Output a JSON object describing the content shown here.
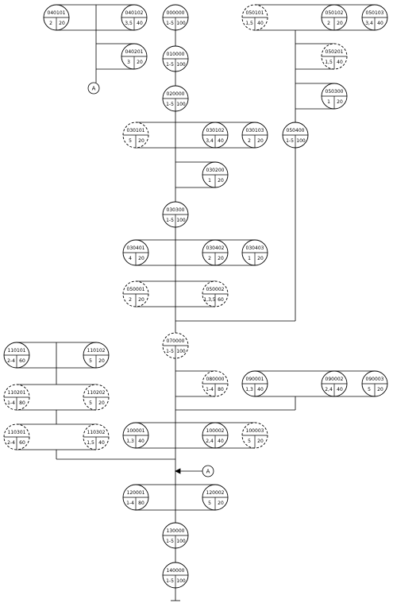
{
  "nodes": [
    {
      "key": "n040101",
      "id": "040101",
      "v1": "2",
      "v2": "20",
      "dashed": false
    },
    {
      "key": "n040102",
      "id": "040102",
      "v1": "3,5",
      "v2": "40",
      "dashed": false
    },
    {
      "key": "n040201",
      "id": "040201",
      "v1": "3",
      "v2": "20",
      "dashed": false
    },
    {
      "key": "n000000",
      "id": "000000",
      "v1": "1-5",
      "v2": "100",
      "dashed": false
    },
    {
      "key": "n010000",
      "id": "010000",
      "v1": "1-5",
      "v2": "100",
      "dashed": false
    },
    {
      "key": "n020000",
      "id": "020000",
      "v1": "1-5",
      "v2": "100",
      "dashed": false
    },
    {
      "key": "n050101",
      "id": "050101",
      "v1": "1,5",
      "v2": "40",
      "dashed": true
    },
    {
      "key": "n050102",
      "id": "050102",
      "v1": "2",
      "v2": "20",
      "dashed": false
    },
    {
      "key": "n050103",
      "id": "050103",
      "v1": "3,4",
      "v2": "40",
      "dashed": false
    },
    {
      "key": "n050201",
      "id": "050201",
      "v1": "1,5",
      "v2": "40",
      "dashed": true
    },
    {
      "key": "n050300",
      "id": "050300",
      "v1": "1",
      "v2": "20",
      "dashed": false
    },
    {
      "key": "n030101",
      "id": "030101",
      "v1": "5",
      "v2": "20",
      "dashed": true
    },
    {
      "key": "n030102",
      "id": "030102",
      "v1": "3,4",
      "v2": "40",
      "dashed": false
    },
    {
      "key": "n030103",
      "id": "030103",
      "v1": "2",
      "v2": "20",
      "dashed": false
    },
    {
      "key": "n050400",
      "id": "050400",
      "v1": "1-5",
      "v2": "100",
      "dashed": false
    },
    {
      "key": "n030200",
      "id": "030200",
      "v1": "1",
      "v2": "20",
      "dashed": false
    },
    {
      "key": "n030300",
      "id": "030300",
      "v1": "1-5",
      "v2": "100",
      "dashed": false
    },
    {
      "key": "n030401",
      "id": "030401",
      "v1": "4",
      "v2": "20",
      "dashed": false
    },
    {
      "key": "n030402",
      "id": "030402",
      "v1": "2",
      "v2": "20",
      "dashed": false
    },
    {
      "key": "n030403",
      "id": "030403",
      "v1": "1",
      "v2": "20",
      "dashed": false
    },
    {
      "key": "n050001",
      "id": "050001",
      "v1": "2",
      "v2": "20",
      "dashed": true
    },
    {
      "key": "n050002",
      "id": "050002",
      "v1": "1,3,5",
      "v2": "60",
      "dashed": true
    },
    {
      "key": "n070000",
      "id": "070000",
      "v1": "1-5",
      "v2": "100",
      "dashed": true
    },
    {
      "key": "n110101",
      "id": "110101",
      "v1": "2-4",
      "v2": "60",
      "dashed": false
    },
    {
      "key": "n110102",
      "id": "110102",
      "v1": "5",
      "v2": "20",
      "dashed": false
    },
    {
      "key": "n080000",
      "id": "080000",
      "v1": "1-4",
      "v2": "80",
      "dashed": true
    },
    {
      "key": "n090001",
      "id": "090001",
      "v1": "1,3",
      "v2": "40",
      "dashed": false
    },
    {
      "key": "n090002",
      "id": "090002",
      "v1": "2,4",
      "v2": "40",
      "dashed": false
    },
    {
      "key": "n090003",
      "id": "090003",
      "v1": "5",
      "v2": "20",
      "dashed": false
    },
    {
      "key": "n110201",
      "id": "110201",
      "v1": "1-4",
      "v2": "80",
      "dashed": true
    },
    {
      "key": "n110202",
      "id": "110202",
      "v1": "5",
      "v2": "20",
      "dashed": true
    },
    {
      "key": "n110301",
      "id": "110301",
      "v1": "2-4",
      "v2": "60",
      "dashed": true
    },
    {
      "key": "n110302",
      "id": "110302",
      "v1": "1,5",
      "v2": "40",
      "dashed": true
    },
    {
      "key": "n100001",
      "id": "100001",
      "v1": "1,3",
      "v2": "40",
      "dashed": false
    },
    {
      "key": "n100002",
      "id": "100002",
      "v1": "2,4",
      "v2": "40",
      "dashed": false
    },
    {
      "key": "n100003",
      "id": "100003",
      "v1": "5",
      "v2": "20",
      "dashed": true
    },
    {
      "key": "n120001",
      "id": "120001",
      "v1": "1-4",
      "v2": "80",
      "dashed": false
    },
    {
      "key": "n120002",
      "id": "120002",
      "v1": "5",
      "v2": "20",
      "dashed": false
    },
    {
      "key": "n130000",
      "id": "130000",
      "v1": "1-5",
      "v2": "100",
      "dashed": false
    },
    {
      "key": "n140000",
      "id": "140000",
      "v1": "1-5",
      "v2": "100",
      "dashed": false
    }
  ],
  "connectors": [
    {
      "key": "refTop",
      "label": "A"
    },
    {
      "key": "refBottom",
      "label": "A"
    }
  ]
}
